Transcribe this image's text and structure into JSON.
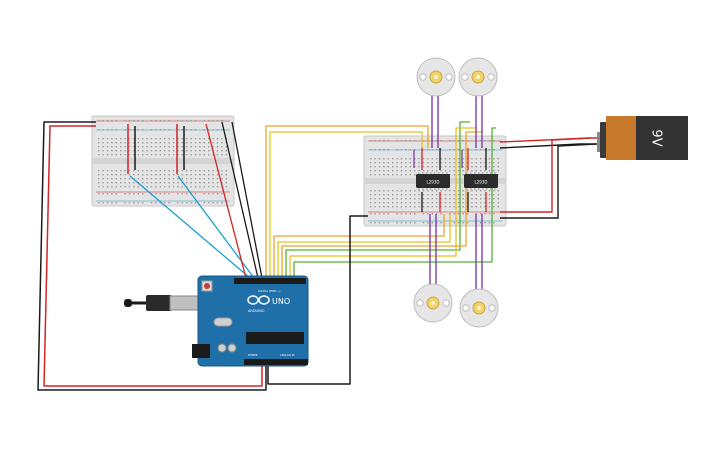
{
  "arduino": {
    "name": "UNO",
    "brand": "ARDUINO",
    "digital_label": "DIGITAL (PWM ~)",
    "power_label": "POWER",
    "analog_label": "ANALOG IN",
    "brand_color": "#1f6fa8"
  },
  "battery": {
    "label": "9V",
    "body_color": "#333333",
    "cap_color": "#c77a2d"
  },
  "driver_left": {
    "label": "L293D"
  },
  "driver_right": {
    "label": "L293D"
  },
  "motors": [
    {
      "id": "motor-top-left"
    },
    {
      "id": "motor-top-right"
    },
    {
      "id": "motor-bottom-left"
    },
    {
      "id": "motor-bottom-right"
    }
  ],
  "wire_colors": {
    "black": "#1a1a1a",
    "red": "#d32424",
    "blue": "#1a9ed1",
    "orange": "#f0a22a",
    "yellow": "#e6c21a",
    "green": "#53b233",
    "purple": "#7a3fa8"
  }
}
